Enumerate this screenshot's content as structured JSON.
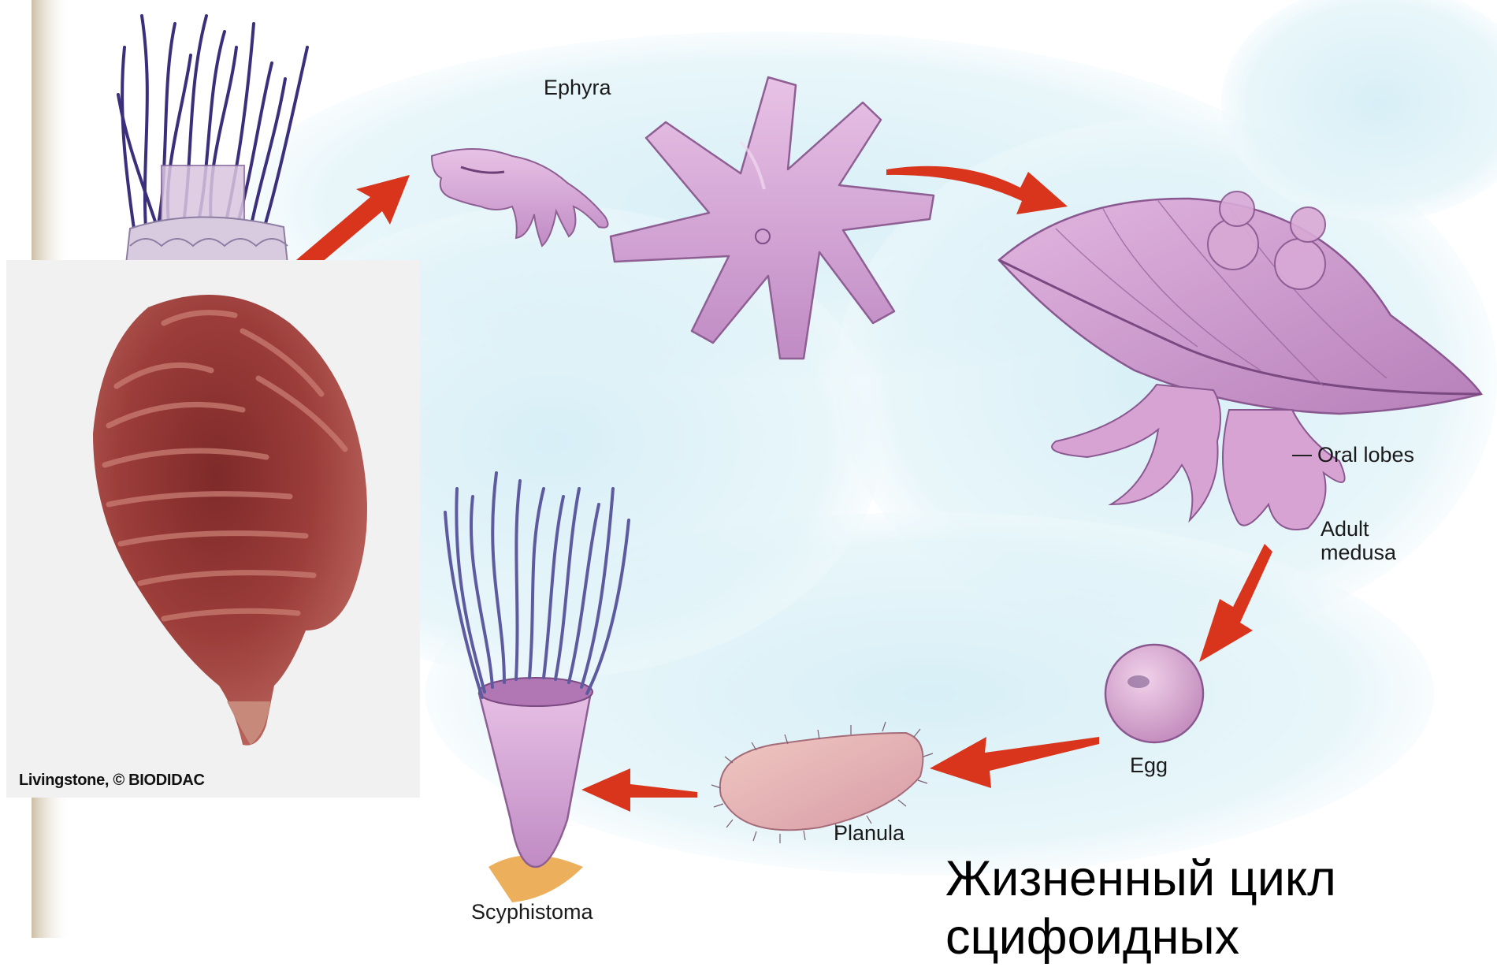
{
  "labels": {
    "ephyra": "Ephyra",
    "oral_lobes": "Oral lobes",
    "adult_medusa": "Adult\nmedusa",
    "egg": "Egg",
    "planula": "Planula",
    "scyphistoma": "Scyphistoma"
  },
  "inset": {
    "credit": "Livingstone, © BIODIDAC"
  },
  "caption": "Жизненный цикл сцифоидных",
  "colors": {
    "water": "#cfeaf3",
    "organism": "#d7a6d6",
    "arrow": "#d9351d",
    "tentacle": "#3b2f7c",
    "photo_specimen": "#9b3838"
  }
}
